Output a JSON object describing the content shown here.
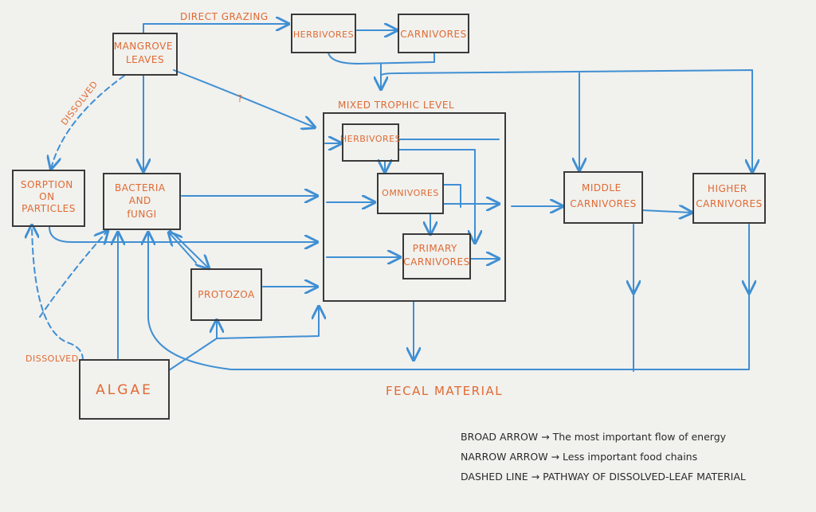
{
  "colors": {
    "paper": "#f1f1ee",
    "box_outline": "#3a3a3a",
    "label": "#e06a32",
    "arrow": "#3f8fd3",
    "legend_text": "#2a2a2a"
  },
  "nodes": {
    "mangrove_leaves": [
      "MANGROVE",
      "LEAVES"
    ],
    "herbivores_top": [
      "HERBIVORES"
    ],
    "carnivores_top": [
      "CARNIVORES"
    ],
    "sorption": [
      "SORPTION",
      "ON",
      "PARTICLES"
    ],
    "bacteria_fungi": [
      "BACTERIA",
      "AND",
      "fUNGI"
    ],
    "protozoa": [
      "PROTOZOA"
    ],
    "algae": [
      "ALGAE"
    ],
    "mixed_herbivores": [
      "HERBIVORES"
    ],
    "omnivores": [
      "OMNIVORES"
    ],
    "primary_carnivores": [
      "PRIMARY",
      "CARNIVORES"
    ],
    "middle_carnivores": [
      "MIDDLE",
      "CARNIVORES"
    ],
    "higher_carnivores": [
      "HIGHER",
      "CARNIVORES"
    ]
  },
  "labels": {
    "direct_grazing": "DIRECT GRAZING",
    "dissolved_top": "DISSOLVED",
    "question": "?",
    "mixed_trophic": "MIXED TROPHIC LEVEL",
    "dissolved_bottom": "DISSOLVED",
    "fecal": "FECAL MATERIAL"
  },
  "legend": [
    "BROAD ARROW → The most important flow of energy",
    "NARROW ARROW → Less important food chains",
    "DASHED LINE → PATHWAY OF DISSOLVED-LEAF MATERIAL"
  ]
}
